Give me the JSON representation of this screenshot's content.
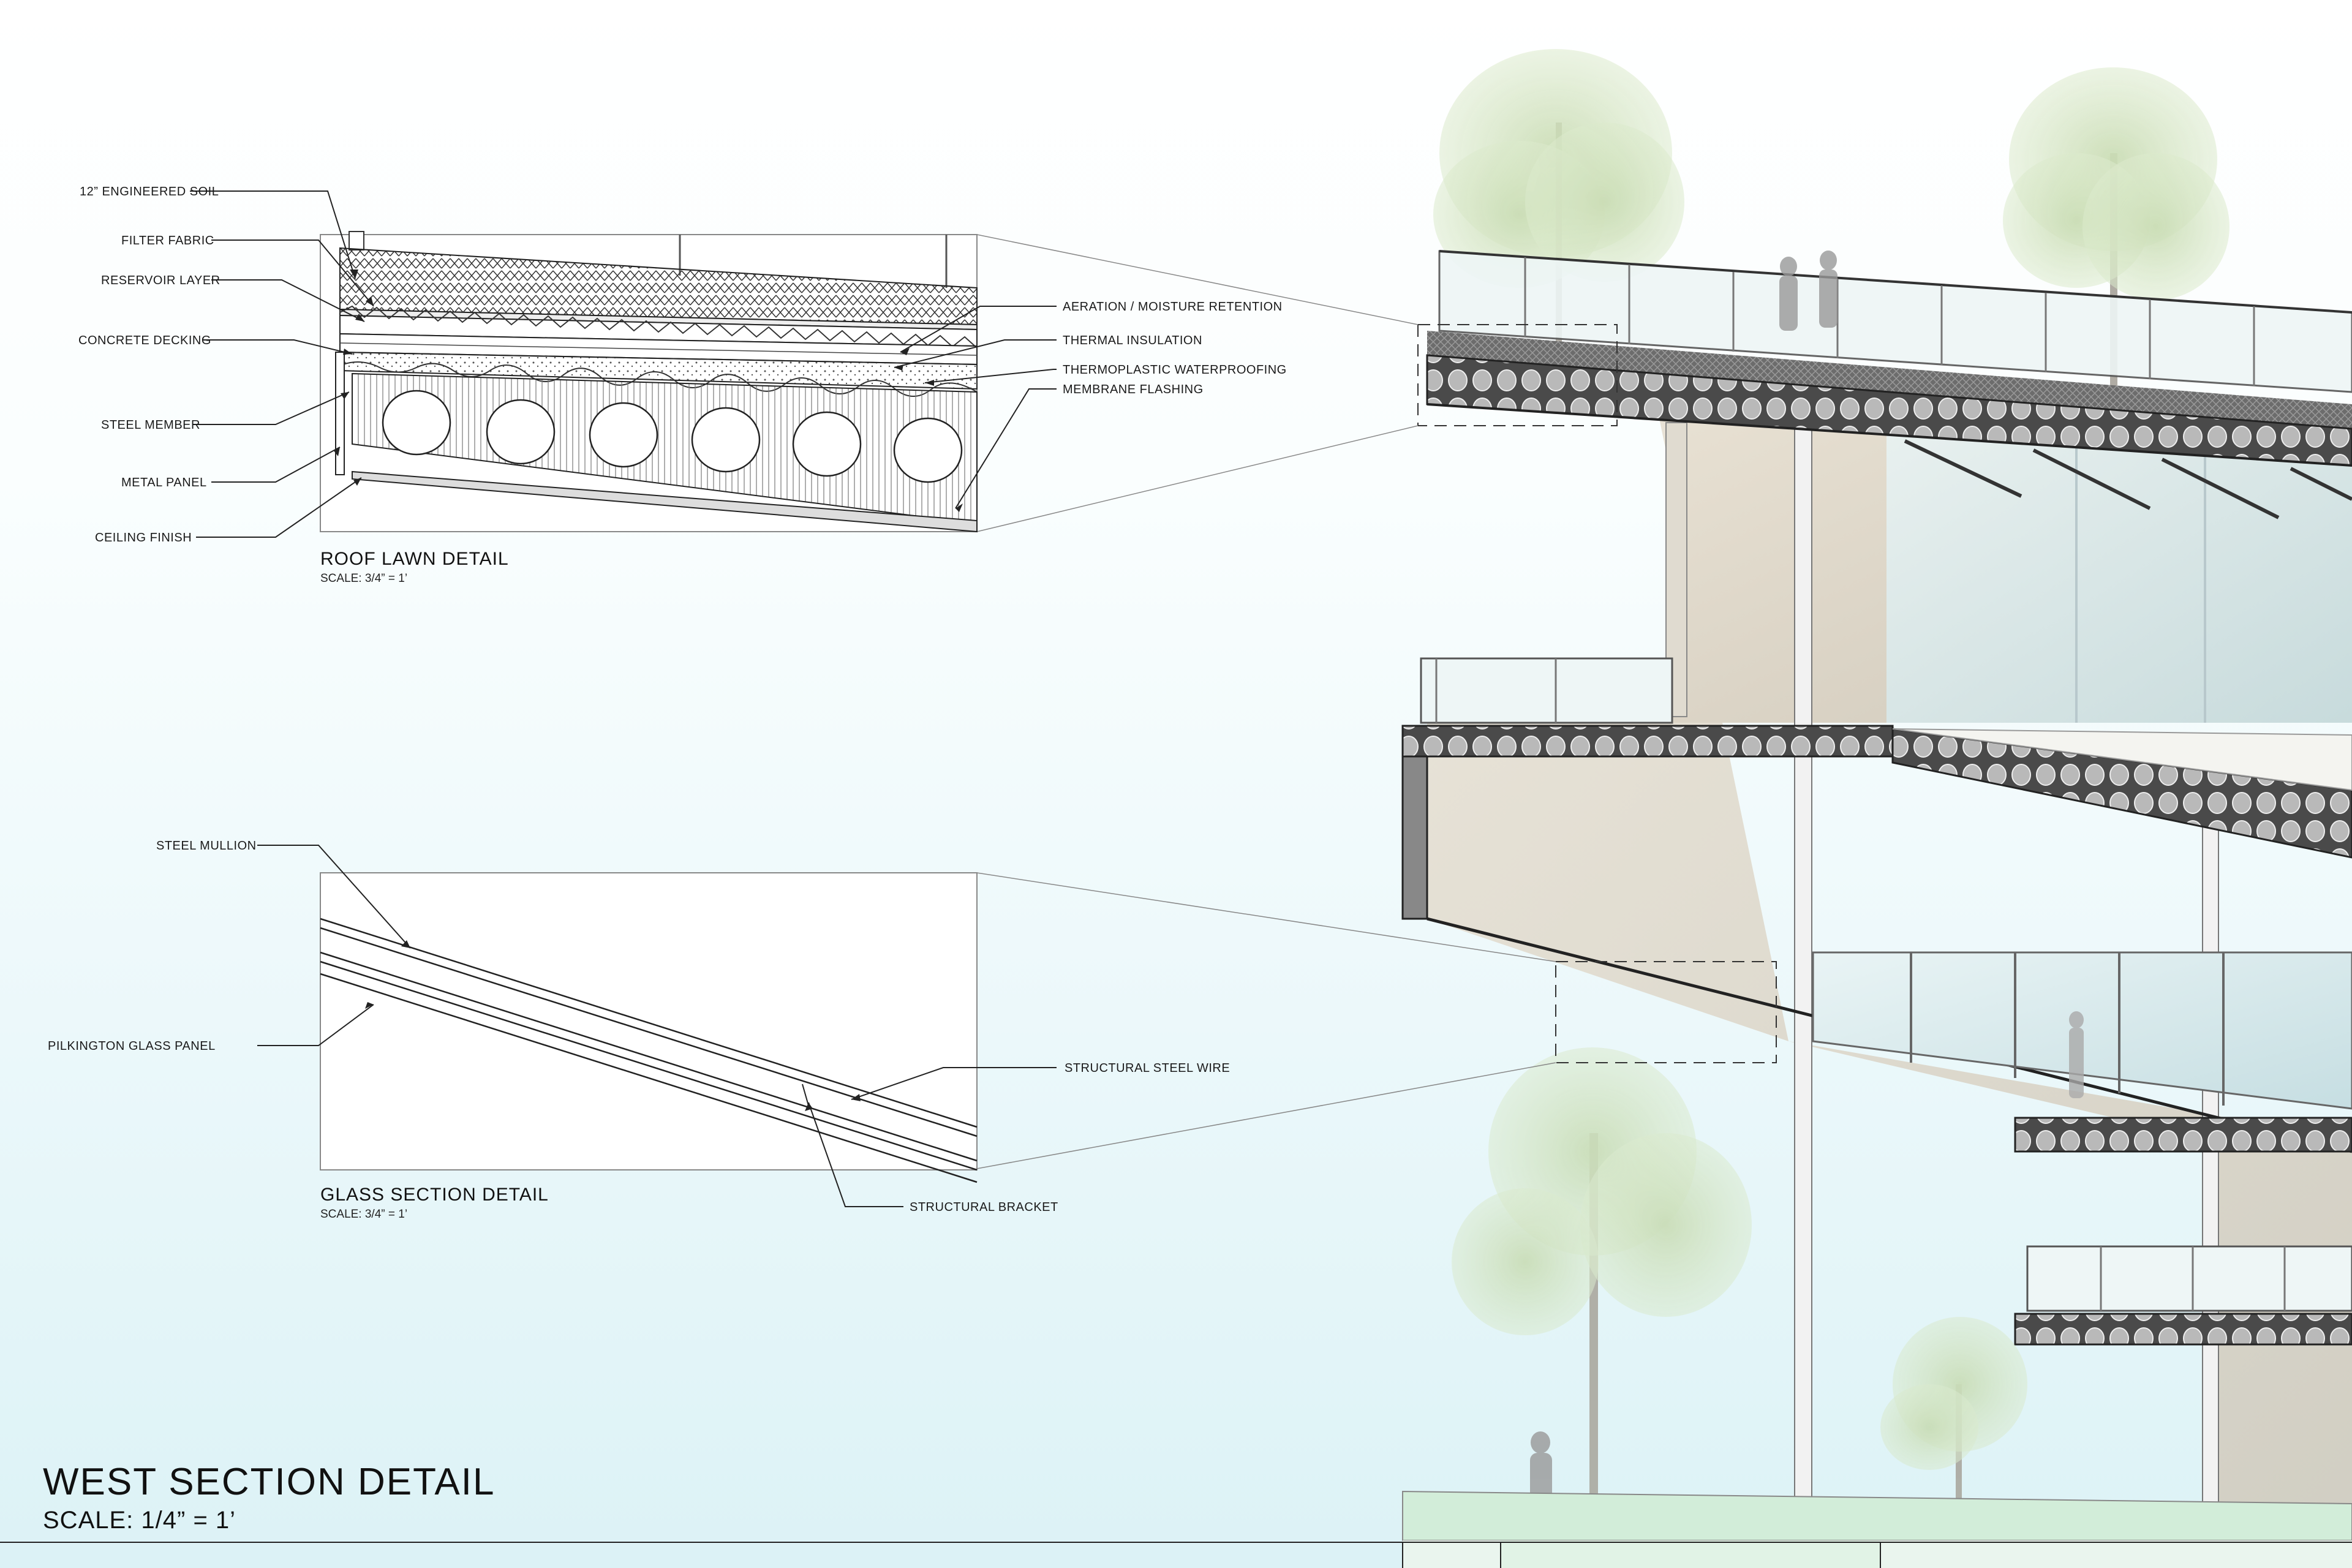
{
  "sheet": {
    "title": "WEST SECTION DETAIL",
    "scale": "SCALE: 1/4” = 1’"
  },
  "roof_detail": {
    "title": "ROOF LAWN DETAIL",
    "scale": "SCALE: 3/4” = 1’",
    "left_labels": [
      "12” ENGINEERED SOIL",
      "FILTER FABRIC",
      "RESERVOIR LAYER",
      "CONCRETE DECKING",
      "STEEL MEMBER",
      "METAL PANEL",
      "CEILING FINISH"
    ],
    "right_labels": [
      "AERATION / MOISTURE RETENTION",
      "THERMAL INSULATION",
      "THERMOPLASTIC WATERPROOFING",
      "MEMBRANE FLASHING"
    ]
  },
  "glass_detail": {
    "title": "GLASS SECTION DETAIL",
    "scale": "SCALE: 3/4” = 1’",
    "labels": {
      "steel_mullion": "STEEL MULLION",
      "pilkington_glass_panel": "PILKINGTON GLASS PANEL",
      "structural_steel_wire": "STRUCTURAL STEEL WIRE",
      "structural_bracket": "STRUCTURAL BRACKET"
    }
  },
  "colors": {
    "line": "#222222",
    "wall": "#ddd6c8",
    "glass": "#cfe4e8",
    "tree": "#b7cf9c",
    "sky": "#e4f5f8",
    "grass": "#d2edd9"
  }
}
